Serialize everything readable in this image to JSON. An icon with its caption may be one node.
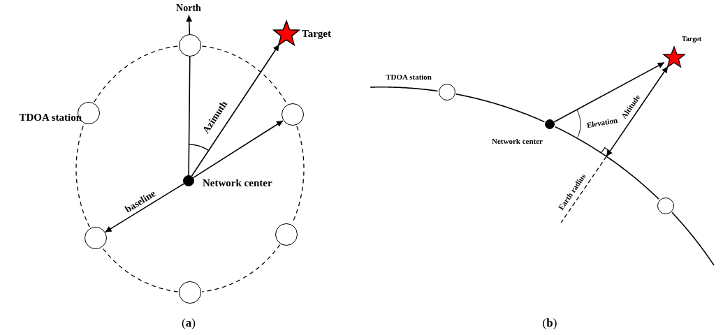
{
  "diagram": {
    "nodes": [
      {
        "text": [
          "North"
        ]
      },
      {
        "text": [],
        "shape": "star",
        "beside": [
          "Target"
        ]
      },
      {
        "text": [],
        "shape": "circle"
      },
      {
        "text": [],
        "shape": "circle",
        "beside": [
          "TDOA station"
        ]
      },
      {
        "text": [],
        "shape": "circle"
      },
      {
        "text": [],
        "shape": "circle",
        "beside": [
          "Network center"
        ]
      },
      {
        "text": [],
        "shape": "circle"
      },
      {
        "text": [],
        "shape": "circle"
      },
      {
        "text": [],
        "shape": "circle"
      },
      {
        "text": [],
        "shape": "star",
        "beside": [
          "Target"
        ]
      },
      {
        "text": [],
        "shape": "circle",
        "beside": [
          "TDOA station"
        ]
      },
      {
        "text": [],
        "shape": "circle",
        "beside": [
          "Network center"
        ]
      },
      {
        "text": [],
        "shape": "circle"
      }
    ],
    "edges": [
      {
        "from": 2,
        "to": 0,
        "arrow": "to"
      },
      {
        "from": 5,
        "to": 2,
        "arrow": "none"
      },
      {
        "from": 5,
        "to": 1,
        "arrow": "to"
      },
      {
        "from": 5,
        "to": 4,
        "arrow": "to"
      },
      {
        "from": 5,
        "to": 6,
        "arrow": "to",
        "label": "baseline"
      },
      {
        "from": 2,
        "to": 4,
        "arrow": "none",
        "style": "dashed"
      },
      {
        "from": 4,
        "to": 7,
        "arrow": "none",
        "style": "dashed"
      },
      {
        "from": 7,
        "to": 8,
        "arrow": "none",
        "style": "dashed"
      },
      {
        "from": 8,
        "to": 6,
        "arrow": "none",
        "style": "dashed"
      },
      {
        "from": 6,
        "to": 3,
        "arrow": "none",
        "style": "dashed"
      },
      {
        "from": 3,
        "to": 2,
        "arrow": "none",
        "style": "dashed"
      },
      {
        "from": null,
        "to": 10,
        "arrow": "none"
      },
      {
        "from": 10,
        "to": 11,
        "arrow": "none"
      },
      {
        "from": 11,
        "to": 12,
        "arrow": "none"
      },
      {
        "from": 12,
        "to": null,
        "arrow": "none"
      },
      {
        "from": 11,
        "to": 9,
        "arrow": "to"
      },
      {
        "from": null,
        "to": 9,
        "arrow": "both",
        "label": "Altitude"
      }
    ],
    "labels": [
      "Azimuth",
      "Elevation",
      "Earth radius",
      "(**a**)",
      "(**b**)"
    ]
  }
}
